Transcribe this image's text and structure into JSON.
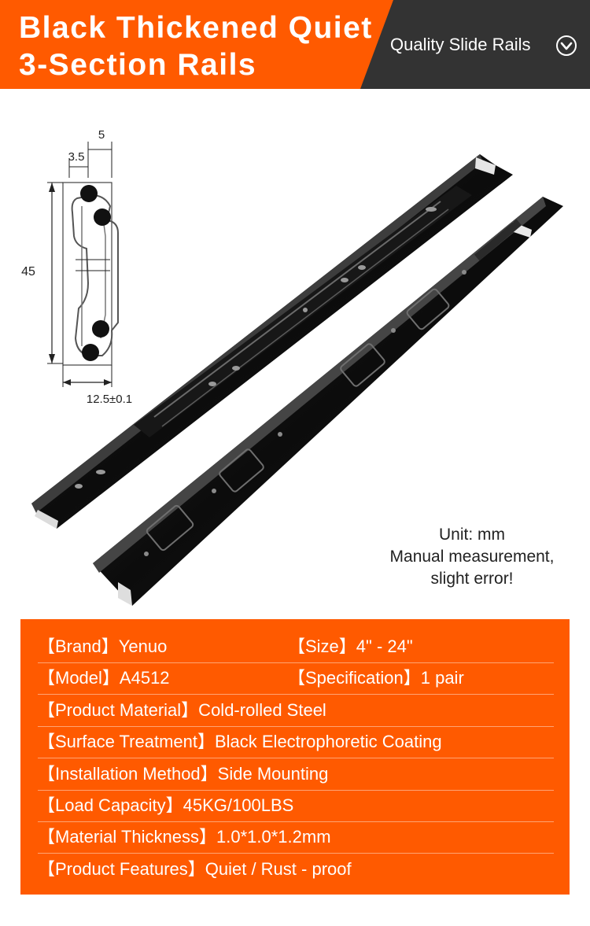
{
  "header": {
    "title_line1": "Black Thickened Quiet",
    "title_line2": "3-Section Rails",
    "tag_label": "Quality Slide Rails",
    "tag_icon": "chevron-down-circle-icon",
    "colors": {
      "accent": "#ff5a00",
      "dark": "#333333"
    }
  },
  "dimensions": {
    "label_5": "5",
    "label_3_5": "3.5",
    "label_45": "45",
    "label_width": "12.5±0.1"
  },
  "note": {
    "line1": "Unit: mm",
    "line2": "Manual measurement,",
    "line3": "slight error!"
  },
  "specs": {
    "brand": "【Brand】Yenuo",
    "size": "【Size】4\" - 24\"",
    "model": "【Model】A4512",
    "specification": "【Specification】1 pair",
    "material": "【Product Material】Cold-rolled Steel",
    "surface": "【Surface Treatment】Black Electrophoretic Coating",
    "installation": "【Installation Method】Side Mounting",
    "load": "【Load Capacity】45KG/100LBS",
    "thickness": "【Material Thickness】1.0*1.0*1.2mm",
    "features": "【Product Features】Quiet / Rust - proof"
  }
}
